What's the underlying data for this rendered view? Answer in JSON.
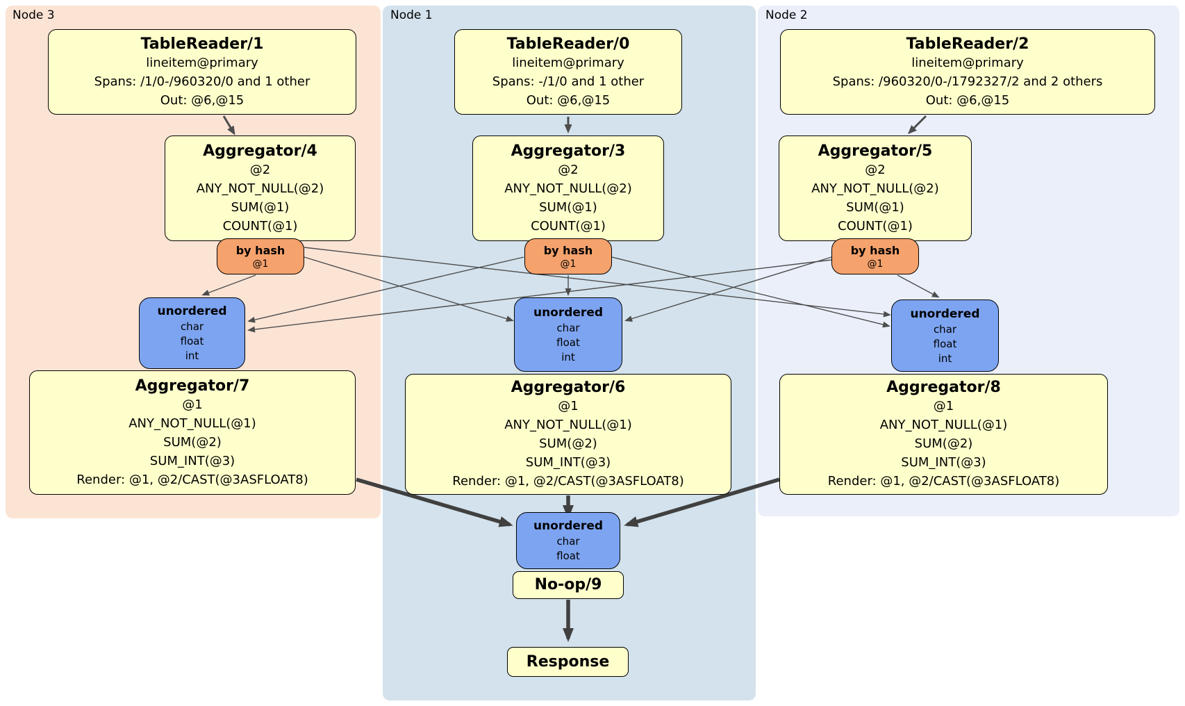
{
  "regions": [
    {
      "label": "Node 3"
    },
    {
      "label": "Node 1"
    },
    {
      "label": "Node 2"
    }
  ],
  "operators": {
    "tablereaders": [
      {
        "title": "TableReader/1",
        "lines": [
          "lineitem@primary",
          "Spans: /1/0-/960320/0 and 1 other",
          "Out: @6,@15"
        ]
      },
      {
        "title": "TableReader/0",
        "lines": [
          "lineitem@primary",
          "Spans: -/1/0 and 1 other",
          "Out: @6,@15"
        ]
      },
      {
        "title": "TableReader/2",
        "lines": [
          "lineitem@primary",
          "Spans: /960320/0-/1792327/2 and 2 others",
          "Out: @6,@15"
        ]
      }
    ],
    "top_aggregators": [
      {
        "title": "Aggregator/4",
        "lines": [
          "@2",
          "ANY_NOT_NULL(@2)",
          "SUM(@1)",
          "COUNT(@1)"
        ]
      },
      {
        "title": "Aggregator/3",
        "lines": [
          "@2",
          "ANY_NOT_NULL(@2)",
          "SUM(@1)",
          "COUNT(@1)"
        ]
      },
      {
        "title": "Aggregator/5",
        "lines": [
          "@2",
          "ANY_NOT_NULL(@2)",
          "SUM(@1)",
          "COUNT(@1)"
        ]
      }
    ],
    "routers": [
      {
        "title": "by hash",
        "detail": "@1"
      },
      {
        "title": "by hash",
        "detail": "@1"
      },
      {
        "title": "by hash",
        "detail": "@1"
      }
    ],
    "syncs": [
      {
        "title": "unordered",
        "lines": [
          "char",
          "float",
          "int"
        ]
      },
      {
        "title": "unordered",
        "lines": [
          "char",
          "float",
          "int"
        ]
      },
      {
        "title": "unordered",
        "lines": [
          "char",
          "float",
          "int"
        ]
      }
    ],
    "bottom_aggregators": [
      {
        "title": "Aggregator/7",
        "lines": [
          "@1",
          "ANY_NOT_NULL(@1)",
          "SUM(@2)",
          "SUM_INT(@3)",
          "Render: @1, @2/CAST(@3ASFLOAT8)"
        ]
      },
      {
        "title": "Aggregator/6",
        "lines": [
          "@1",
          "ANY_NOT_NULL(@1)",
          "SUM(@2)",
          "SUM_INT(@3)",
          "Render: @1, @2/CAST(@3ASFLOAT8)"
        ]
      },
      {
        "title": "Aggregator/8",
        "lines": [
          "@1",
          "ANY_NOT_NULL(@1)",
          "SUM(@2)",
          "SUM_INT(@3)",
          "Render: @1, @2/CAST(@3ASFLOAT8)"
        ]
      }
    ],
    "final_sync": {
      "title": "unordered",
      "lines": [
        "char",
        "float"
      ]
    },
    "noop": {
      "title": "No-op/9"
    },
    "response": {
      "title": "Response"
    }
  },
  "edges": [
    {
      "from": "TableReader/1",
      "to": "Aggregator/4"
    },
    {
      "from": "TableReader/0",
      "to": "Aggregator/3"
    },
    {
      "from": "TableReader/2",
      "to": "Aggregator/5"
    },
    {
      "from": "Aggregator/4 by hash @1",
      "to": "unordered (Node 3)"
    },
    {
      "from": "Aggregator/4 by hash @1",
      "to": "unordered (Node 1)"
    },
    {
      "from": "Aggregator/4 by hash @1",
      "to": "unordered (Node 2)"
    },
    {
      "from": "Aggregator/3 by hash @1",
      "to": "unordered (Node 3)"
    },
    {
      "from": "Aggregator/3 by hash @1",
      "to": "unordered (Node 1)"
    },
    {
      "from": "Aggregator/3 by hash @1",
      "to": "unordered (Node 2)"
    },
    {
      "from": "Aggregator/5 by hash @1",
      "to": "unordered (Node 3)"
    },
    {
      "from": "Aggregator/5 by hash @1",
      "to": "unordered (Node 1)"
    },
    {
      "from": "Aggregator/5 by hash @1",
      "to": "unordered (Node 2)"
    },
    {
      "from": "Aggregator/7",
      "to": "unordered (final)"
    },
    {
      "from": "Aggregator/6",
      "to": "unordered (final)"
    },
    {
      "from": "Aggregator/8",
      "to": "unordered (final)"
    },
    {
      "from": "No-op/9",
      "to": "Response"
    }
  ],
  "colors": {
    "node3_bg": "#fce4d5",
    "node1_bg": "#d3e2ec",
    "node2_bg": "#eaeffa",
    "operator_bg": "#ffffcc",
    "router_bg": "#f5a26d",
    "sync_bg": "#7da4f0",
    "edge": "#4d4d4d"
  }
}
